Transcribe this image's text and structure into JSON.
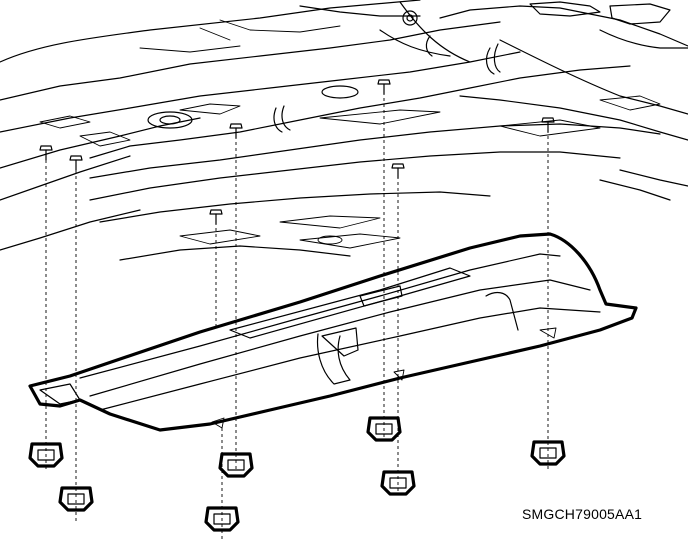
{
  "diagram": {
    "caption": "SMGCH79005AA1",
    "bolts": [
      {
        "id": "bolt-1"
      },
      {
        "id": "bolt-2"
      },
      {
        "id": "bolt-3"
      },
      {
        "id": "bolt-4"
      },
      {
        "id": "bolt-5"
      },
      {
        "id": "bolt-6"
      },
      {
        "id": "bolt-7"
      }
    ],
    "nuts": [
      {
        "id": "nut-1"
      },
      {
        "id": "nut-2"
      },
      {
        "id": "nut-3"
      },
      {
        "id": "nut-4"
      },
      {
        "id": "nut-5"
      },
      {
        "id": "nut-6"
      },
      {
        "id": "nut-7"
      }
    ]
  }
}
